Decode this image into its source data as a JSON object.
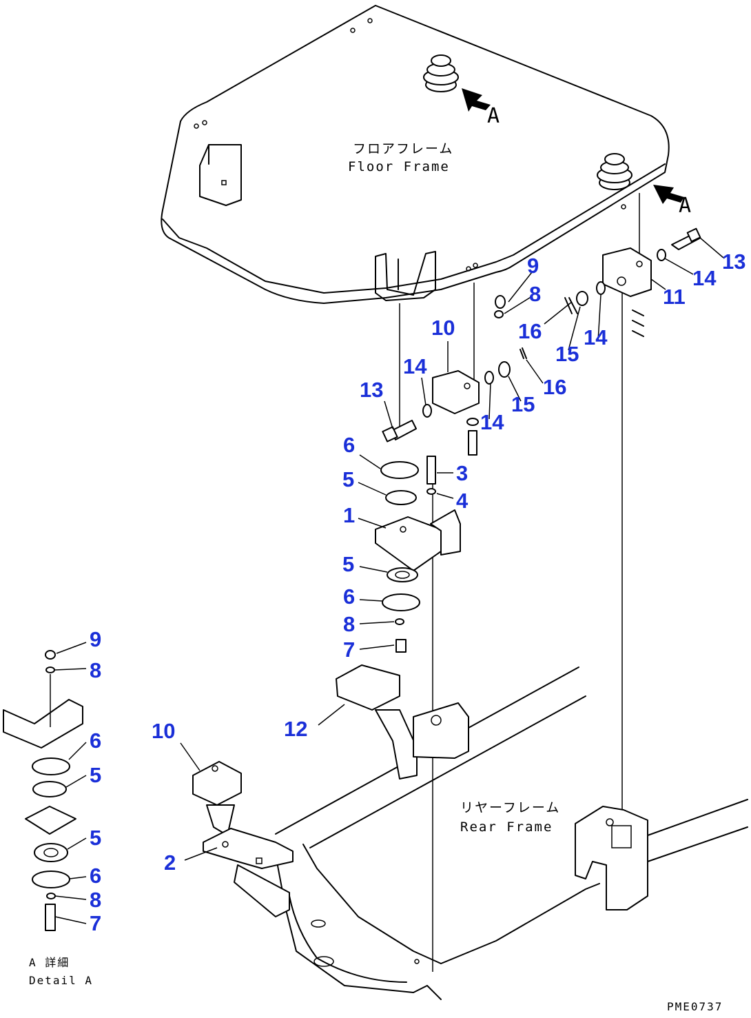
{
  "drawing": {
    "code": "PME0737",
    "floor_frame_jp": "フロアフレーム",
    "floor_frame_en": "Floor Frame",
    "rear_frame_jp": "リヤーフレーム",
    "rear_frame_en": "Rear Frame",
    "detail_jp": "A 詳細",
    "detail_en": "Detail A",
    "view_arrow_label": "A"
  },
  "callouts": {
    "n1": "1",
    "n2": "2",
    "n3": "3",
    "n4": "4",
    "n5": "5",
    "n6": "6",
    "n7": "7",
    "n8": "8",
    "n9": "9",
    "n10": "10",
    "n11": "11",
    "n12": "12",
    "n13": "13",
    "n14": "14",
    "n15": "15",
    "n16": "16"
  }
}
